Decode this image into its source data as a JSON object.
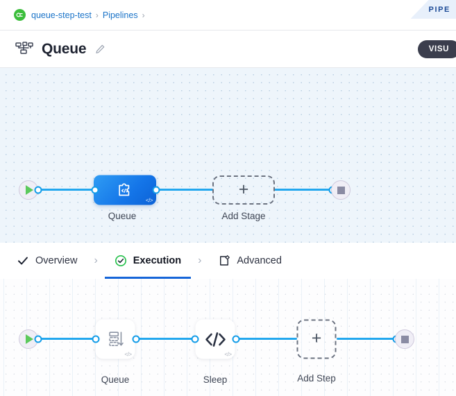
{
  "breadcrumb": {
    "logo_icon": "project-logo-icon",
    "items": [
      {
        "label": "queue-step-test"
      },
      {
        "label": "Pipelines"
      }
    ],
    "separator": "›"
  },
  "ribbon": {
    "text": "PIPE"
  },
  "header": {
    "icon": "pipeline-hierarchy-icon",
    "title": "Queue",
    "edit_icon": "pencil-edit-icon",
    "visual_button": "VISU"
  },
  "stage_canvas": {
    "start_node": {
      "name": "start-node",
      "icon": "play-icon"
    },
    "end_node": {
      "name": "end-node",
      "icon": "stop-icon"
    },
    "nodes": [
      {
        "id": "queue-stage",
        "label": "Queue",
        "icon": "plugin-code-icon",
        "badge": "</>"
      }
    ],
    "add_stage": {
      "label": "Add Stage",
      "plus": "+"
    }
  },
  "tabs": {
    "separator": "›",
    "items": [
      {
        "id": "overview",
        "label": "Overview",
        "icon": "check-icon",
        "active": false
      },
      {
        "id": "execution",
        "label": "Execution",
        "icon": "check-circle-green-icon",
        "active": true
      },
      {
        "id": "advanced",
        "label": "Advanced",
        "icon": "box-gear-icon",
        "active": false
      }
    ]
  },
  "step_canvas": {
    "start_node": {
      "name": "start-node",
      "icon": "play-icon"
    },
    "end_node": {
      "name": "end-node",
      "icon": "stop-icon"
    },
    "nodes": [
      {
        "id": "queue-step",
        "label": "Queue",
        "icon": "queue-stack-icon",
        "badge": "</>"
      },
      {
        "id": "sleep-step",
        "label": "Sleep",
        "icon": "code-brackets-icon",
        "badge": "</>"
      }
    ],
    "add_step": {
      "label": "Add Step",
      "plus": "+"
    }
  },
  "colors": {
    "accent_blue": "#1475e8",
    "edge_blue": "#22a7ee",
    "link_blue": "#1a73c8",
    "green": "#3cbe3c",
    "dark_pill": "#3b3e4d",
    "canvas_top": "#eef5fb"
  }
}
